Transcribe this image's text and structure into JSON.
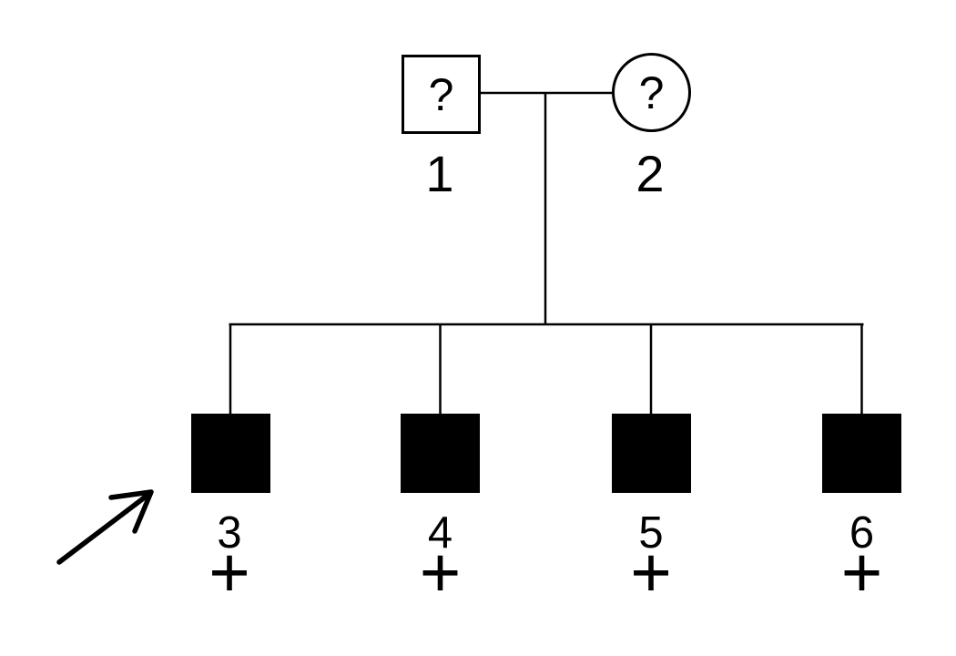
{
  "pedigree": {
    "background_color": "#ffffff",
    "line_color": "#000000",
    "affected_fill_color": "#000000",
    "parents": [
      {
        "id": "1",
        "label": "1",
        "sex": "male",
        "symbol": "square-outline",
        "status_text": "?"
      },
      {
        "id": "2",
        "label": "2",
        "sex": "female",
        "symbol": "circle-outline",
        "status_text": "?"
      }
    ],
    "children": [
      {
        "id": "3",
        "label": "3",
        "sex": "male",
        "symbol": "square-filled",
        "marker": "+",
        "proband": true
      },
      {
        "id": "4",
        "label": "4",
        "sex": "male",
        "symbol": "square-filled",
        "marker": "+",
        "proband": false
      },
      {
        "id": "5",
        "label": "5",
        "sex": "male",
        "symbol": "square-filled",
        "marker": "+",
        "proband": false
      },
      {
        "id": "6",
        "label": "6",
        "sex": "male",
        "symbol": "square-filled",
        "marker": "+",
        "proband": false
      }
    ]
  }
}
